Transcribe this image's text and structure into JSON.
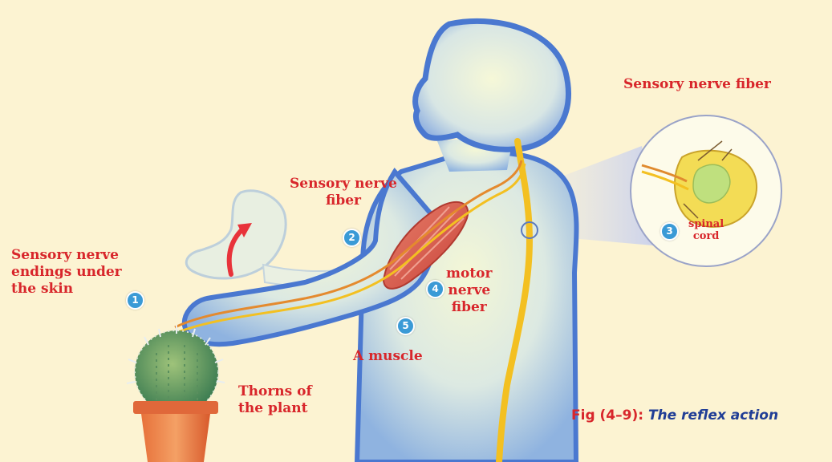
{
  "labels": {
    "sensory_fiber_top": "Sensory nerve fiber",
    "sensory_fiber_arm": [
      "Sensory nerve",
      "fiber"
    ],
    "sensory_endings": [
      "Sensory nerve",
      "endings under",
      "the skin"
    ],
    "motor_fiber": [
      "motor",
      "nerve",
      "fiber"
    ],
    "muscle": "A muscle",
    "thorns": [
      "Thorns of",
      "the plant"
    ],
    "spinal_cord": [
      "spinal",
      "cord"
    ]
  },
  "markers": [
    "1",
    "2",
    "3",
    "4",
    "5"
  ],
  "caption": {
    "number": "Fig (4–9):",
    "title": " The reflex action"
  },
  "colors": {
    "label_red": "#d8262b",
    "caption_blue": "#213e96",
    "marker_blue": "#3a9ad6",
    "body_blue": "#4a78d0",
    "nerve_yellow": "#f3c021",
    "background": "#fcf3d2"
  }
}
